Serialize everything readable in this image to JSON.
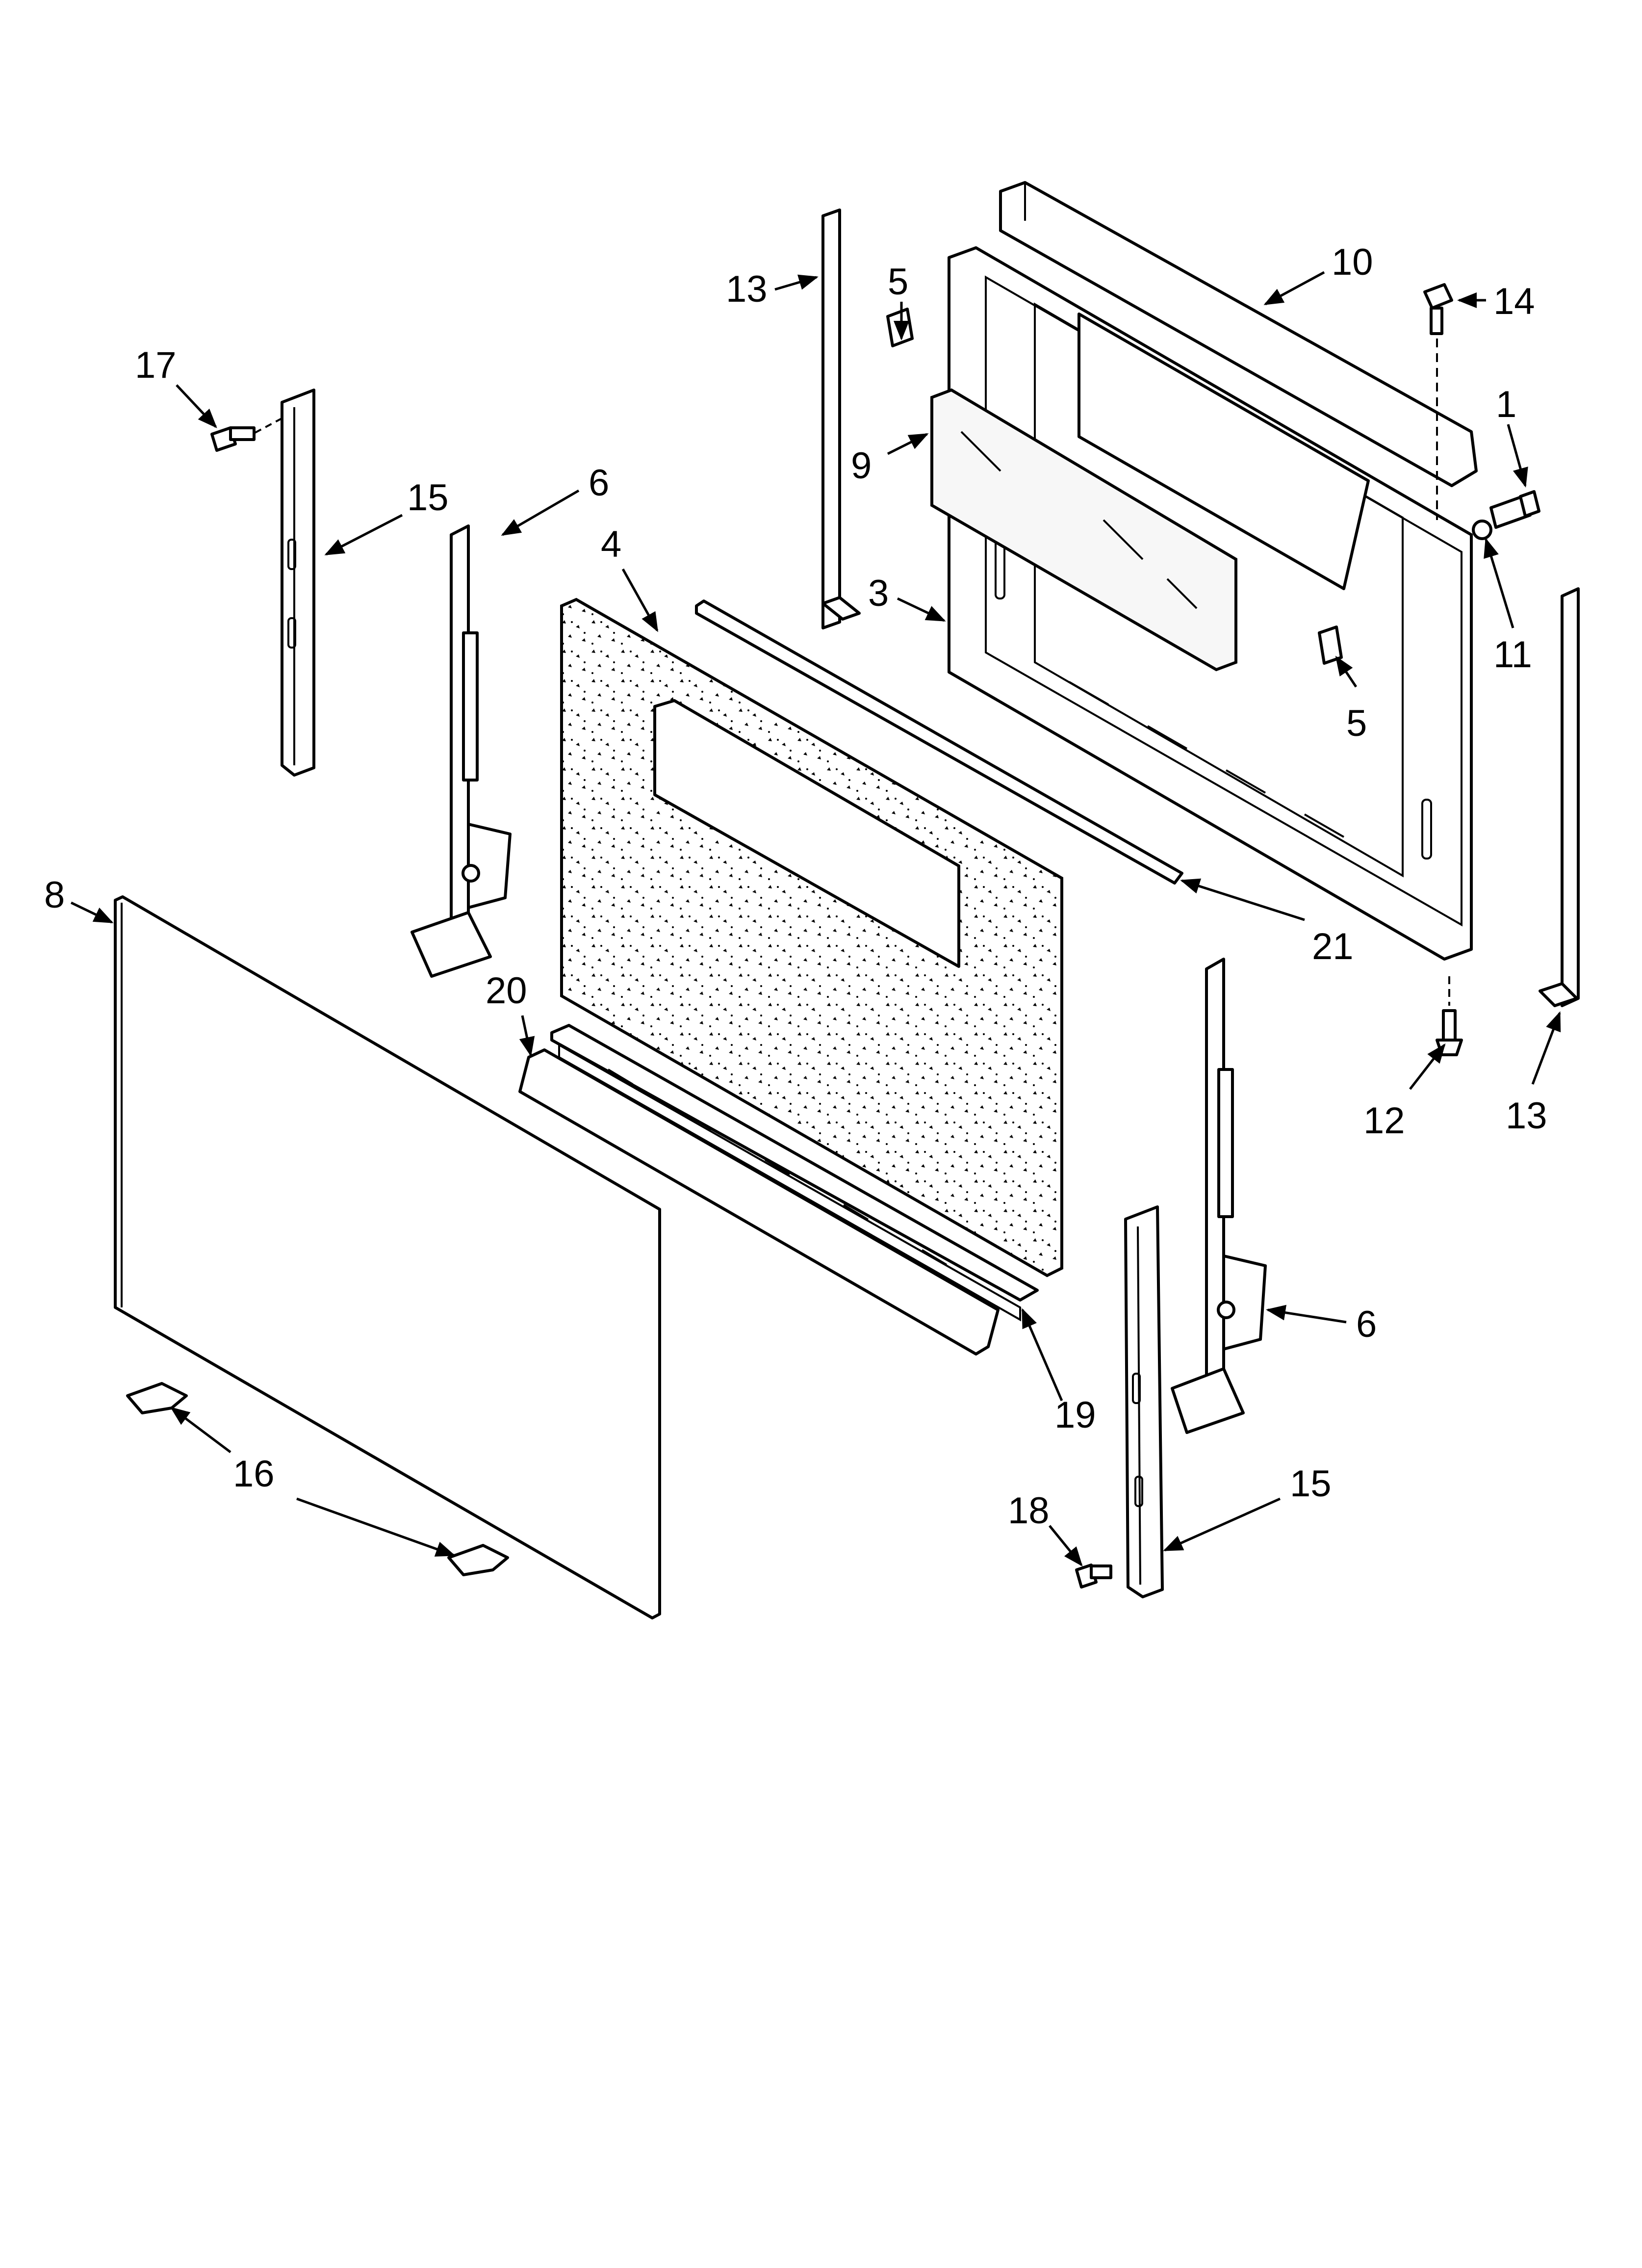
{
  "diagram": {
    "type": "exploded-parts-view",
    "colors": {
      "line": "#000000",
      "background": "#ffffff"
    },
    "callouts": {
      "c13a": "13",
      "c5a": "5",
      "c10": "10",
      "c14": "14",
      "c17": "17",
      "c15a": "15",
      "c6a": "6",
      "c4": "4",
      "c9": "9",
      "c1": "1",
      "c3": "3",
      "c11": "11",
      "c5b": "5",
      "c8": "8",
      "c21": "21",
      "c20": "20",
      "c12": "12",
      "c13b": "13",
      "c6b": "6",
      "c19": "19",
      "c16": "16",
      "c15b": "15",
      "c18": "18"
    }
  }
}
